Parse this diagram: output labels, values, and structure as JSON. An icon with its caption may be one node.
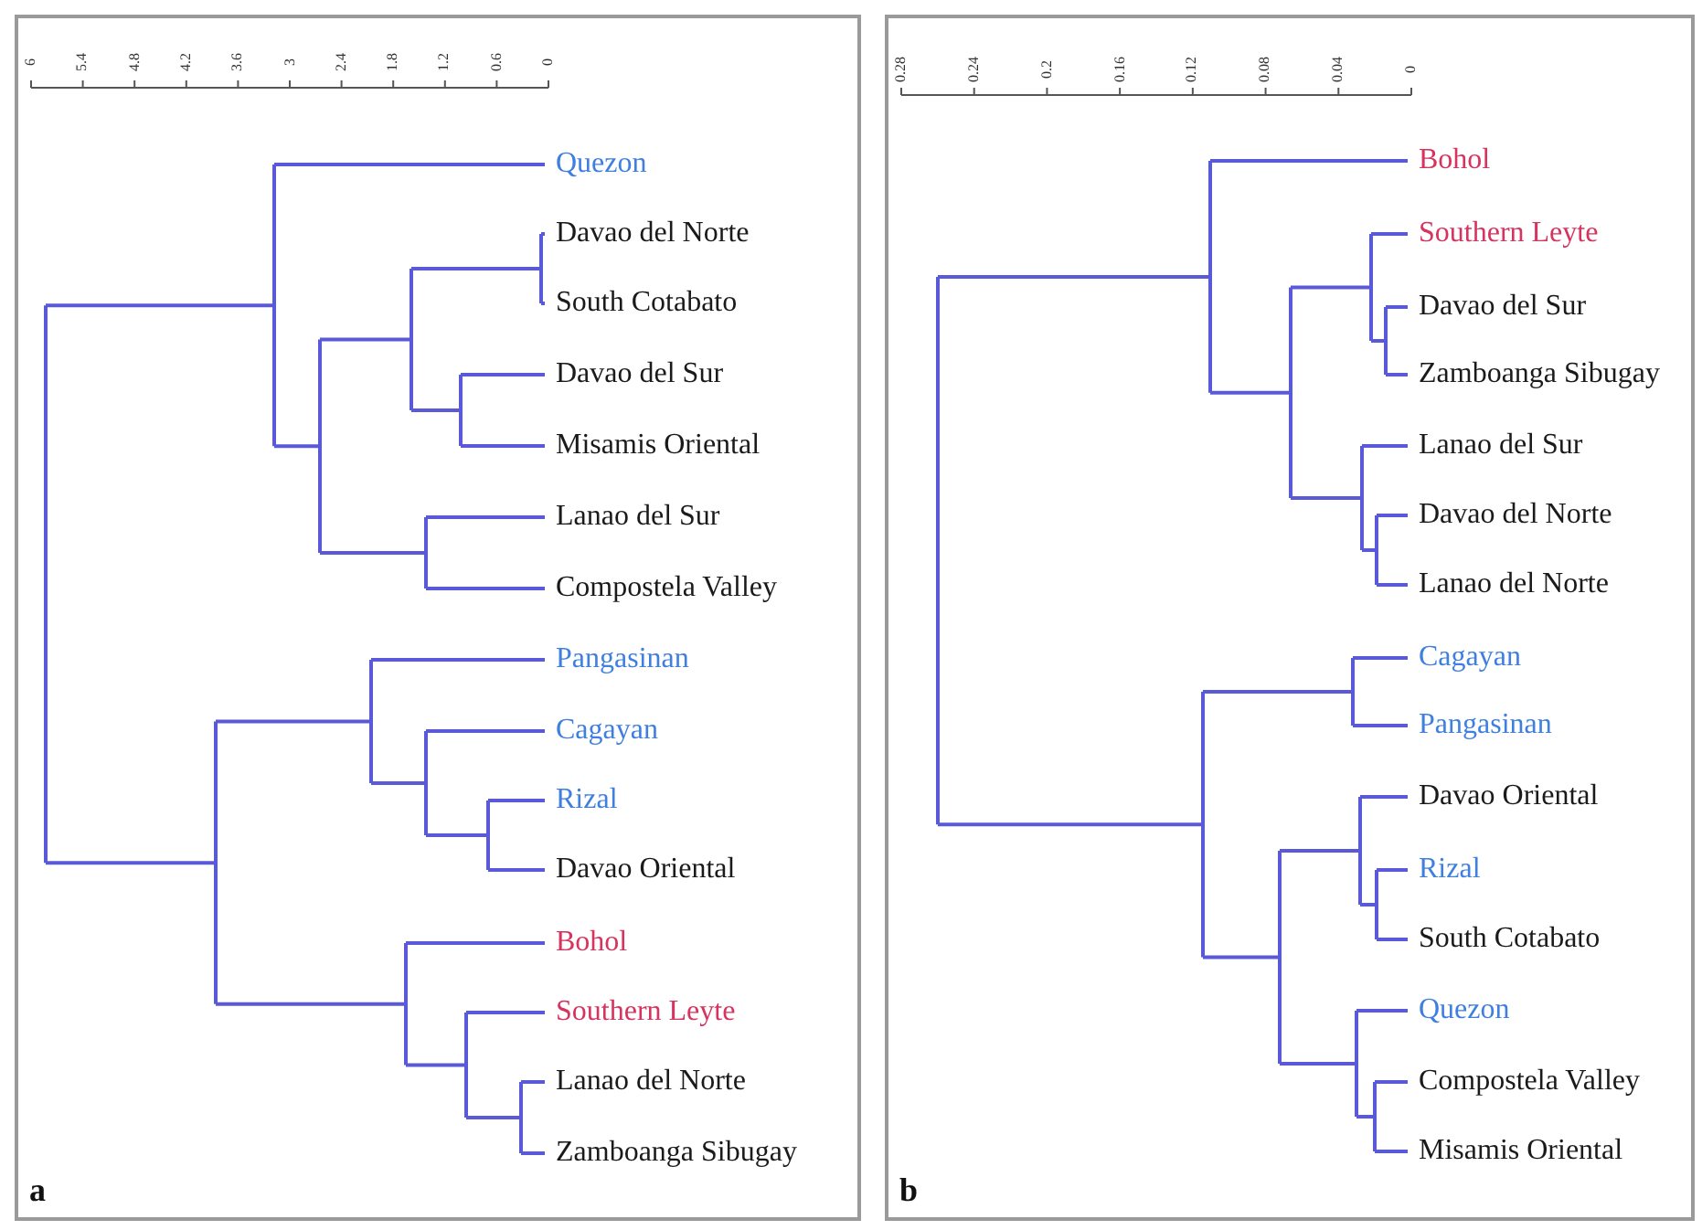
{
  "diagram": {
    "nodes": [
      {
        "text": [
          "a"
        ]
      },
      {
        "text": [
          "Quezon"
        ],
        "in": 0
      },
      {
        "text": [
          "Davao del Norte"
        ],
        "in": 0
      },
      {
        "text": [
          "South Cotabato"
        ],
        "in": 0
      },
      {
        "text": [
          "Davao del Sur"
        ],
        "in": 0
      },
      {
        "text": [
          "Misamis Oriental"
        ],
        "in": 0
      },
      {
        "text": [
          "Lanao del Sur"
        ],
        "in": 0
      },
      {
        "text": [
          "Compostela Valley"
        ],
        "in": 0
      },
      {
        "text": [
          "Pangasinan"
        ],
        "in": 0
      },
      {
        "text": [
          "Cagayan"
        ],
        "in": 0
      },
      {
        "text": [
          "Rizal"
        ],
        "in": 0
      },
      {
        "text": [
          "Davao Oriental"
        ],
        "in": 0
      },
      {
        "text": [
          "Bohol"
        ],
        "in": 0
      },
      {
        "text": [
          "Southern Leyte"
        ],
        "in": 0
      },
      {
        "text": [
          "Lanao del Norte"
        ],
        "in": 0
      },
      {
        "text": [
          "Zamboanga Sibugay"
        ],
        "in": 0
      },
      {
        "text": [
          "b"
        ]
      },
      {
        "text": [
          "Bohol"
        ],
        "in": 16
      },
      {
        "text": [
          "Southern Leyte"
        ],
        "in": 16
      },
      {
        "text": [
          "Davao del Sur"
        ],
        "in": 16
      },
      {
        "text": [
          "Zamboanga Sibugay"
        ],
        "in": 16
      },
      {
        "text": [
          "Lanao del Sur"
        ],
        "in": 16
      },
      {
        "text": [
          "Davao del Norte"
        ],
        "in": 16
      },
      {
        "text": [
          "Lanao del Norte"
        ],
        "in": 16
      },
      {
        "text": [
          "Cagayan"
        ],
        "in": 16
      },
      {
        "text": [
          "Pangasinan"
        ],
        "in": 16
      },
      {
        "text": [
          "Davao Oriental"
        ],
        "in": 16
      },
      {
        "text": [
          "Rizal"
        ],
        "in": 16
      },
      {
        "text": [
          "South Cotabato"
        ],
        "in": 16
      },
      {
        "text": [
          "Quezon"
        ],
        "in": 16
      },
      {
        "text": [
          "Compostela Valley"
        ],
        "in": 16
      },
      {
        "text": [
          "Misamis Oriental"
        ],
        "in": 16
      }
    ],
    "labels": [
      "6",
      "5.4",
      "4.8",
      "4.2",
      "3.6",
      "3",
      "2.4",
      "1.8",
      "1.2",
      "0.6",
      "0",
      "0.28",
      "0.24",
      "0.2",
      "0.16",
      "0.12",
      "0.08",
      "0.04",
      "0"
    ]
  }
}
